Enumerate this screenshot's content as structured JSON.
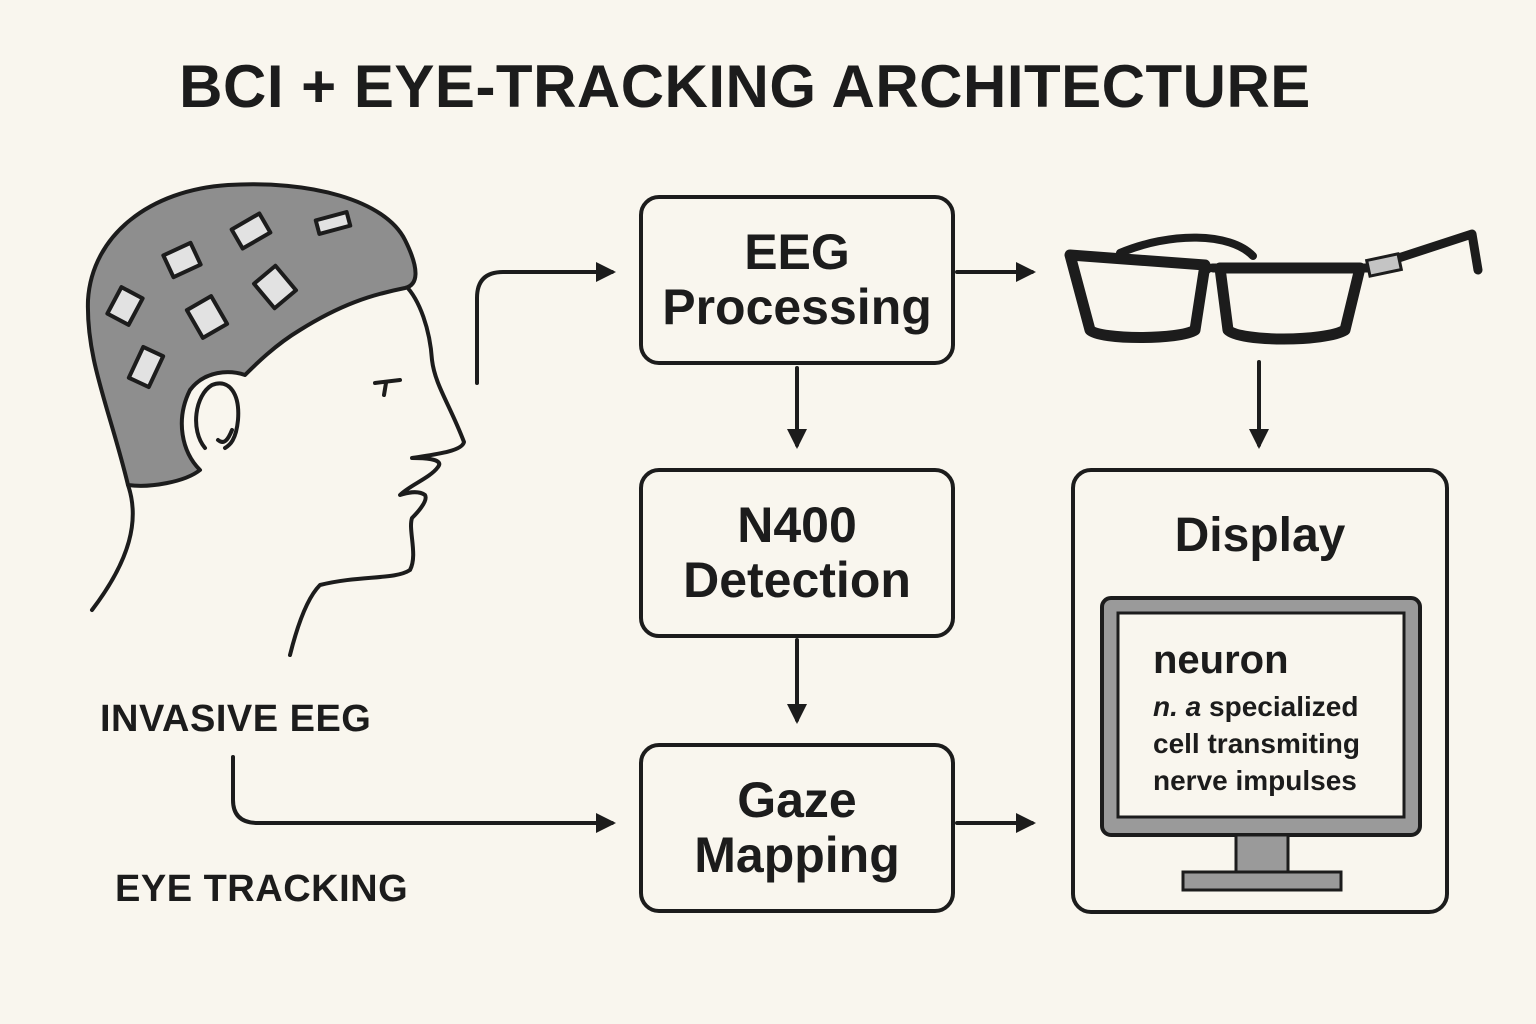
{
  "title": "BCI + EYE-TRACKING ARCHITECTURE",
  "labels": {
    "invasive_eeg": "INVASIVE EEG",
    "eye_tracking": "EYE TRACKING"
  },
  "boxes": {
    "eeg_processing": {
      "line1": "EEG",
      "line2": "Processing"
    },
    "n400_detection": {
      "line1": "N400",
      "line2": "Detection"
    },
    "gaze_mapping": {
      "line1": "Gaze",
      "line2": "Mapping"
    },
    "display": {
      "title": "Display"
    }
  },
  "monitor": {
    "word": "neuron",
    "pos": "n. a",
    "definition": "specialized cell transmiting nerve impulses"
  },
  "icons": [
    "head-with-eeg-cap-icon",
    "eyeglasses-icon",
    "monitor-icon"
  ],
  "colors": {
    "background": "#f9f6ee",
    "ink": "#1c1c1c",
    "cap_gray": "#8e8e8e",
    "monitor_gray": "#9a9a9a"
  }
}
